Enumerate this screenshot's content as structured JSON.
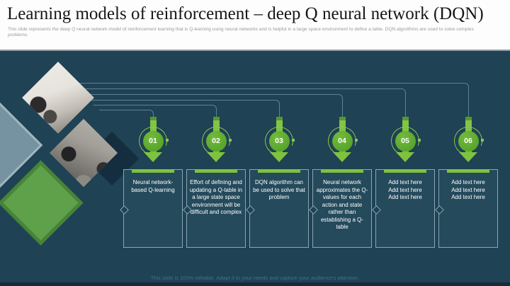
{
  "slide": {
    "title": "Learning models of reinforcement – deep Q neural network (DQN)",
    "subtitle": "This slide represents the deep Q neural network model of reinforcement learning that is Q-learning using neural networks and is helpful in a large space environment to define a table. DQN algorithms are used to solve complex problems.",
    "footer": "This slide is 100% editable. Adapt it to your needs and capture your audience's attention."
  },
  "steps": [
    {
      "number": "01",
      "text": "Neural network-based Q-learning"
    },
    {
      "number": "02",
      "text": "Effort of defining and updating a Q-table in a large state space environment will be difficult and complex"
    },
    {
      "number": "03",
      "text": "DQN algorithm can be used to solve that problem"
    },
    {
      "number": "04",
      "text": "Neural network approximates the Q-values for each action and state rather than establishing a Q-table"
    },
    {
      "number": "05",
      "text": "Add text here\nAdd text here\nAdd text here"
    },
    {
      "number": "06",
      "text": "Add text here\nAdd text here\nAdd text here"
    }
  ],
  "decor": {
    "photos": [
      "office-workspace-photo",
      "team-meeting-photo"
    ],
    "shapes": [
      "steel-diamond",
      "green-diamond",
      "dark-diamond",
      "down-arrow-marker"
    ]
  },
  "colors": {
    "panel_bg": "#1f4254",
    "accent_green": "#7ec23f",
    "circle_green": "#4f9d27",
    "connector_line": "#5d8296",
    "box_bg": "#244a5c",
    "box_border": "#8aa7b4",
    "footer_text": "#3f7389"
  }
}
